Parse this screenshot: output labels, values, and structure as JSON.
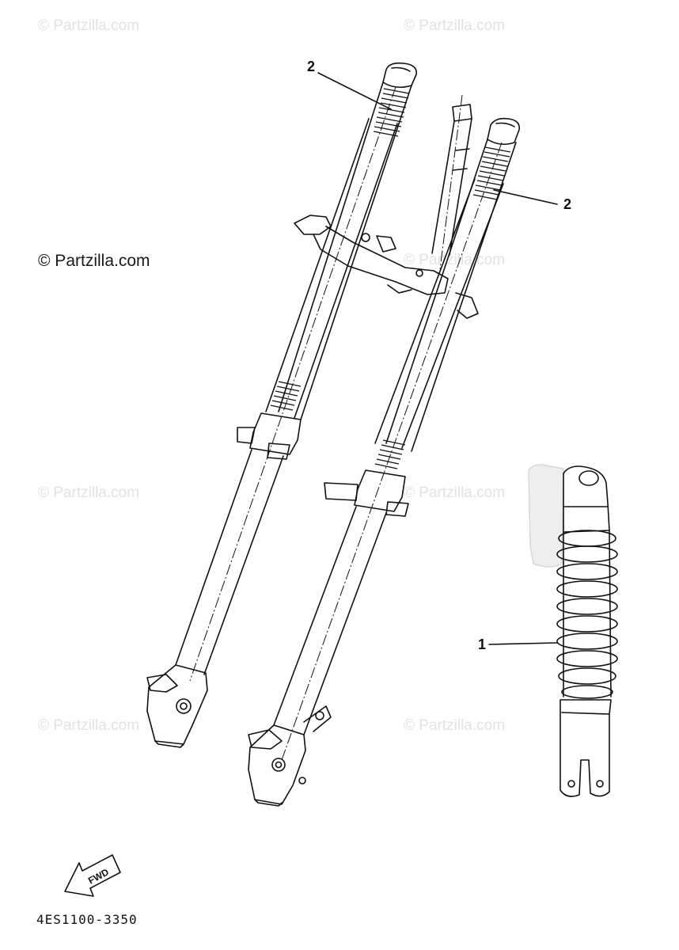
{
  "watermarks": {
    "text": "© Partzilla.com",
    "strong_text": "© Partzilla.com"
  },
  "callouts": {
    "spring_left": "2",
    "spring_right": "2",
    "rear_shock": "1"
  },
  "fwd_label": "FWD",
  "diagram_code": "4ES1100-3350"
}
